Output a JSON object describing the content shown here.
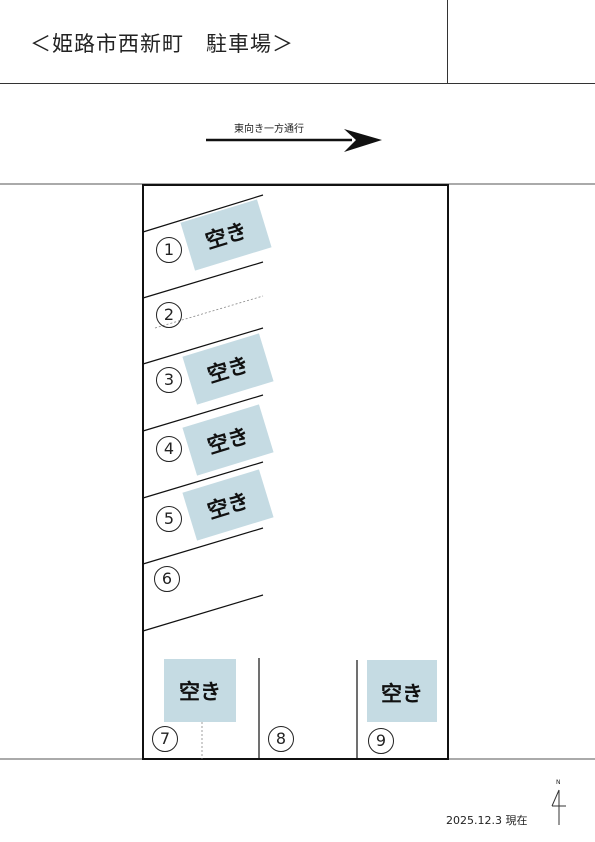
{
  "header": {
    "title": "＜姫路市西新町　駐車場＞"
  },
  "traffic": {
    "direction_label": "東向き一方通行"
  },
  "spaces": [
    {
      "number": "1",
      "status": "空き"
    },
    {
      "number": "2",
      "status": ""
    },
    {
      "number": "3",
      "status": "空き"
    },
    {
      "number": "4",
      "status": "空き"
    },
    {
      "number": "5",
      "status": "空き"
    },
    {
      "number": "6",
      "status": ""
    },
    {
      "number": "7",
      "status": "空き"
    },
    {
      "number": "8",
      "status": ""
    },
    {
      "number": "9",
      "status": "空き"
    }
  ],
  "footer": {
    "date": "2025.12.3 現在",
    "north_label": "N"
  },
  "colors": {
    "vacant_fill": "#c5dbe3",
    "line": "#222222"
  },
  "icons": {
    "arrow": "arrow-right-icon",
    "compass": "north-arrow-icon"
  }
}
